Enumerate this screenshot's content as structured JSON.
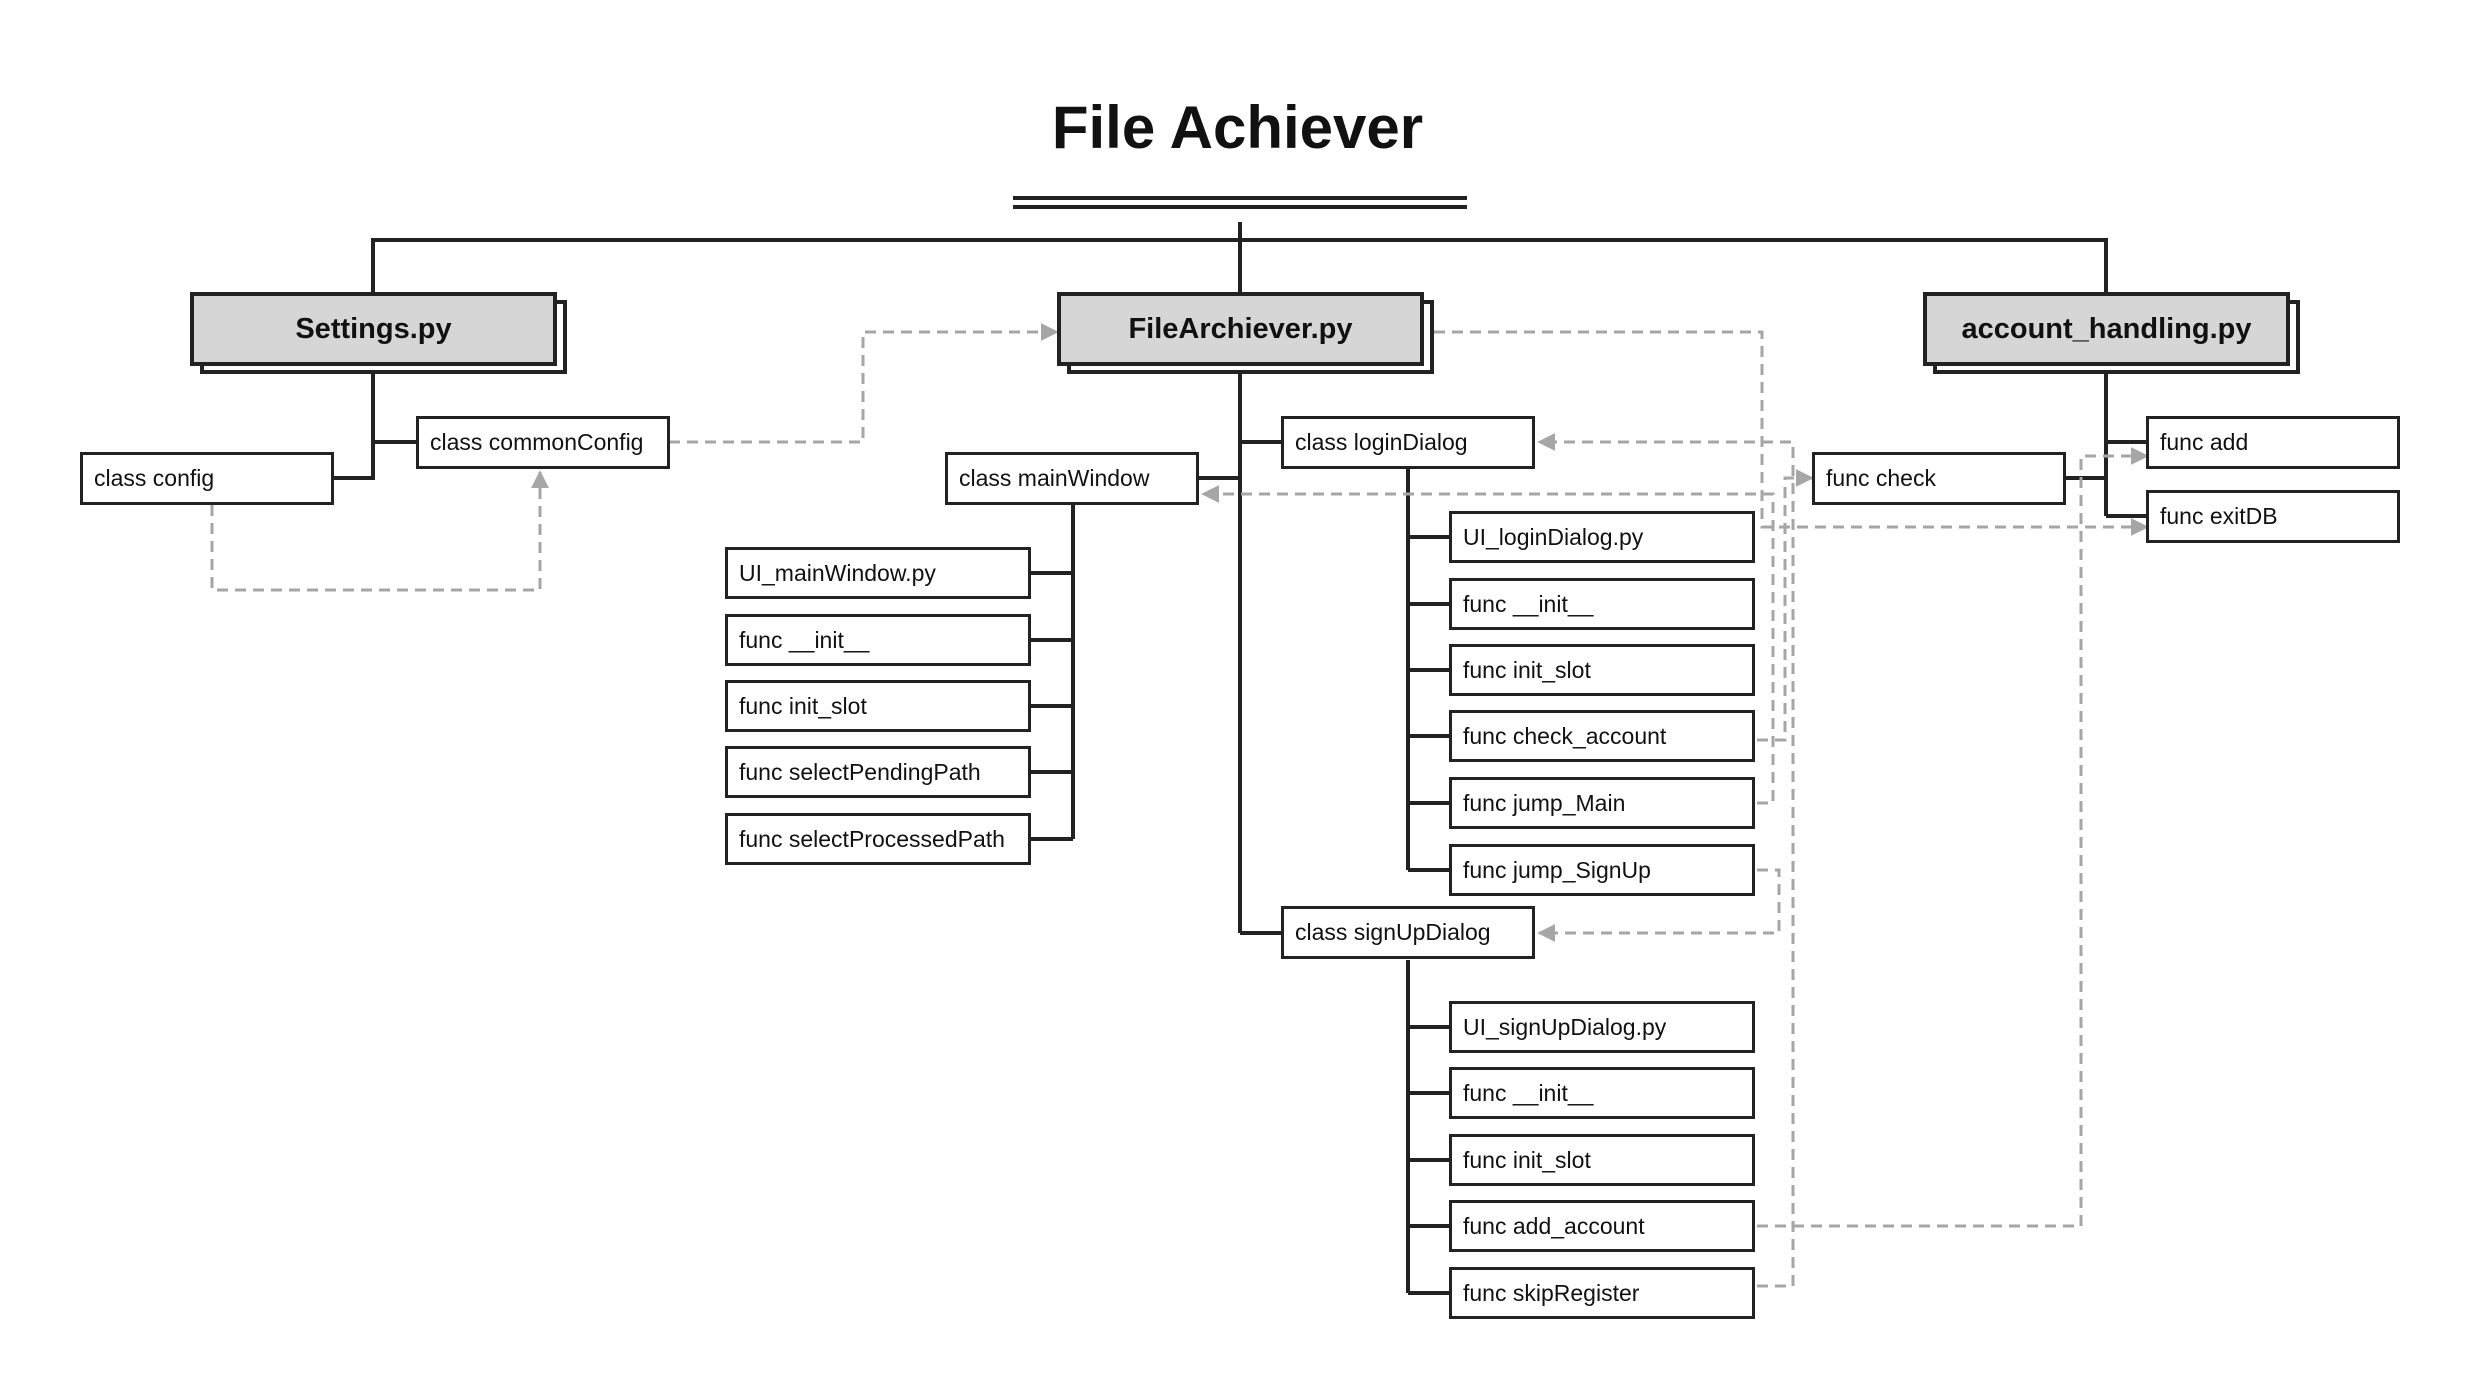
{
  "diagram": {
    "title": "File Achiever",
    "modules": {
      "settings": "Settings.py",
      "main": "FileArchiever.py",
      "account": "account_handling.py"
    },
    "settings_nodes": {
      "class_config": "class config",
      "class_common_config": "class commonConfig"
    },
    "main_nodes": {
      "class_main_window": "class mainWindow",
      "class_login_dialog": "class loginDialog",
      "class_signup_dialog": "class signUpDialog"
    },
    "main_window_members": [
      "UI_mainWindow.py",
      "func __init__",
      "func init_slot",
      "func selectPendingPath",
      "func selectProcessedPath"
    ],
    "login_members": [
      "UI_loginDialog.py",
      "func __init__",
      "func init_slot",
      "func check_account",
      "func jump_Main",
      "func jump_SignUp"
    ],
    "signup_members": [
      "UI_signUpDialog.py",
      "func __init__",
      "func init_slot",
      "func add_account",
      "func skipRegister"
    ],
    "account_nodes": {
      "func_check": "func check",
      "func_add": "func add",
      "func_exit_db": "func exitDB"
    },
    "colors": {
      "line": "#222222",
      "dashed_link": "#a6a6a6",
      "module_fill": "#d6d6d6"
    }
  }
}
